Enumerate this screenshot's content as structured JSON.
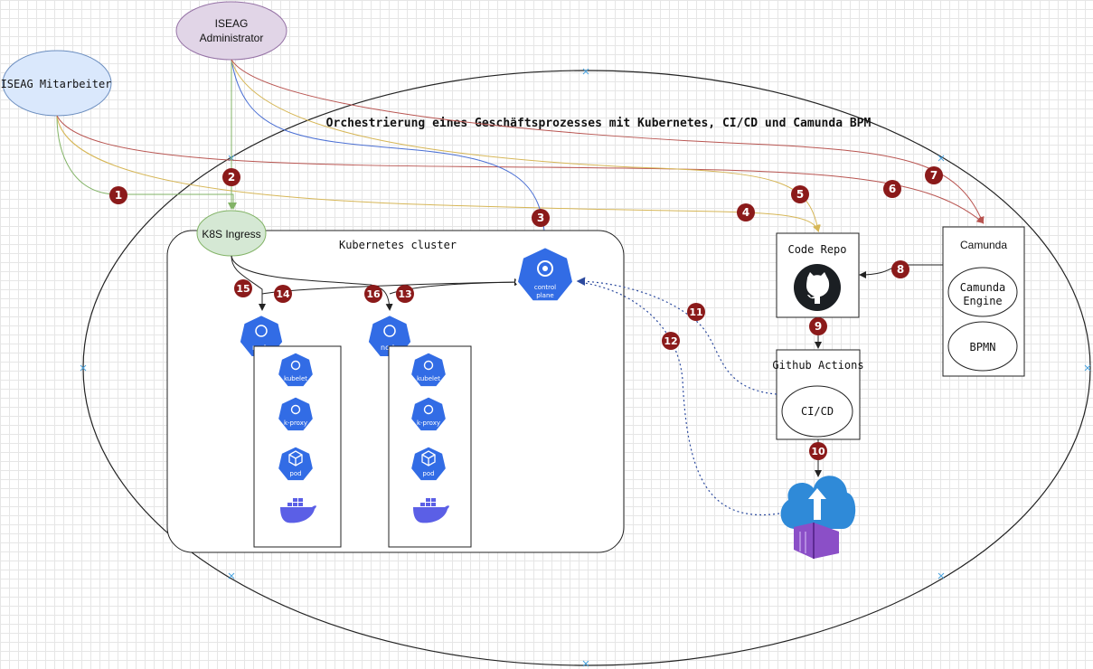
{
  "diagram": {
    "title": "Orchestrierung eines Geschäftsprozesses mit Kubernetes, CI/CD und Camunda BPM",
    "actors": {
      "employee": "ISEAG Mitarbeiter",
      "admin_line1": "ISEAG",
      "admin_line2": "Administrator"
    },
    "ingress": "K8S Ingress",
    "cluster_label": "Kubernetes cluster",
    "control_plane_line1": "control",
    "control_plane_line2": "plane",
    "node_label": "node",
    "kubelet_label": "kubelet",
    "kproxy_label": "k-proxy",
    "pod_label": "pod",
    "code_repo": "Code Repo",
    "camunda": {
      "title": "Camunda",
      "engine_line1": "Camunda",
      "engine_line2": "Engine",
      "bpmn": "BPMN"
    },
    "github_actions": "Github Actions",
    "cicd": "CI/CD",
    "steps": [
      "1",
      "2",
      "3",
      "4",
      "5",
      "6",
      "7",
      "8",
      "9",
      "10",
      "11",
      "12",
      "13",
      "14",
      "15",
      "16"
    ],
    "colors": {
      "k8s_blue": "#326ce5",
      "badge": "#8b1a1a",
      "green": "#82b366",
      "yellow": "#d6b656",
      "red": "#b85450",
      "blue_link": "#4a6fd4",
      "dotted": "#2c4a9e",
      "employee_fill": "#dae8fc",
      "admin_fill": "#e1d5e7",
      "ingress_fill": "#d5e8d4",
      "docker": "#5b5fe6"
    }
  }
}
